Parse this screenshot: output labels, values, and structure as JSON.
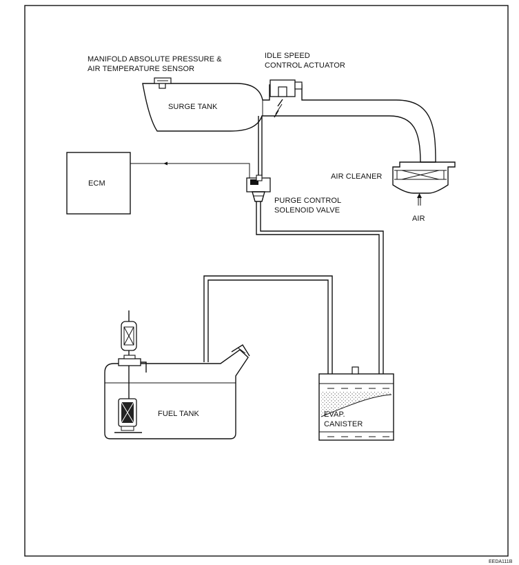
{
  "labels": {
    "map_sensor_line1": "MANIFOLD ABSOLUTE PRESSURE &",
    "map_sensor_line2": "AIR TEMPERATURE SENSOR",
    "isc_line1": "IDLE SPEED",
    "isc_line2": "CONTROL ACTUATOR",
    "surge_tank": "SURGE TANK",
    "ecm": "ECM",
    "air_cleaner": "AIR CLEANER",
    "purge_line1": "PURGE CONTROL",
    "purge_line2": "SOLENOID VALVE",
    "air": "AIR",
    "fuel_tank": "FUEL TANK",
    "canister_line1": "EVAP.",
    "canister_line2": "CANISTER"
  },
  "figure_code": "EEDA111B"
}
